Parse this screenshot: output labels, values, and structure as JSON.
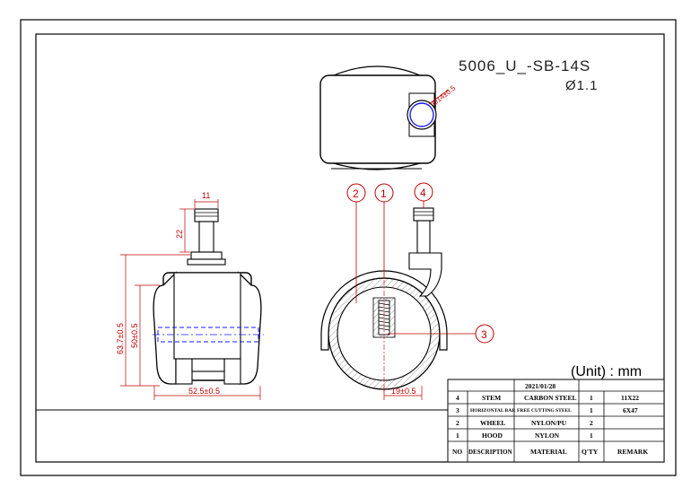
{
  "title": {
    "model": "5006_U_-SB-14S",
    "diameter": "Ø1.1"
  },
  "dimensions": {
    "stem_width": "11",
    "stem_height": "22",
    "total_height": "63.7±0.5",
    "wheel_height": "50±0.5",
    "total_width": "52.5±0.5",
    "side_offset": "19±0.5",
    "hole_diameter": "Ø14±0.5"
  },
  "callouts": [
    "2",
    "1",
    "4",
    "3"
  ],
  "unit_label": "(Unit) : mm",
  "date": "2021/01/28",
  "bom": [
    {
      "no": "4",
      "description": "STEM",
      "material": "CARBON STEEL",
      "qty": "1",
      "remark": "11X22"
    },
    {
      "no": "3",
      "description": "HORIZONTAL BAR",
      "material": "FREE CUTTING STEEL",
      "qty": "1",
      "remark": "6X47"
    },
    {
      "no": "2",
      "description": "WHEEL",
      "material": "NYLON/PU",
      "qty": "2",
      "remark": ""
    },
    {
      "no": "1",
      "description": "HOOD",
      "material": "NYLON",
      "qty": "1",
      "remark": ""
    }
  ],
  "bom_header": {
    "no": "NO",
    "description": "DESCRIPTION",
    "material": "MATERIAL",
    "qty": "Q'TY",
    "remark": "REMARK"
  },
  "colors": {
    "line": "#000000",
    "dimension": "#c00000",
    "hidden": "#1a1aff"
  }
}
